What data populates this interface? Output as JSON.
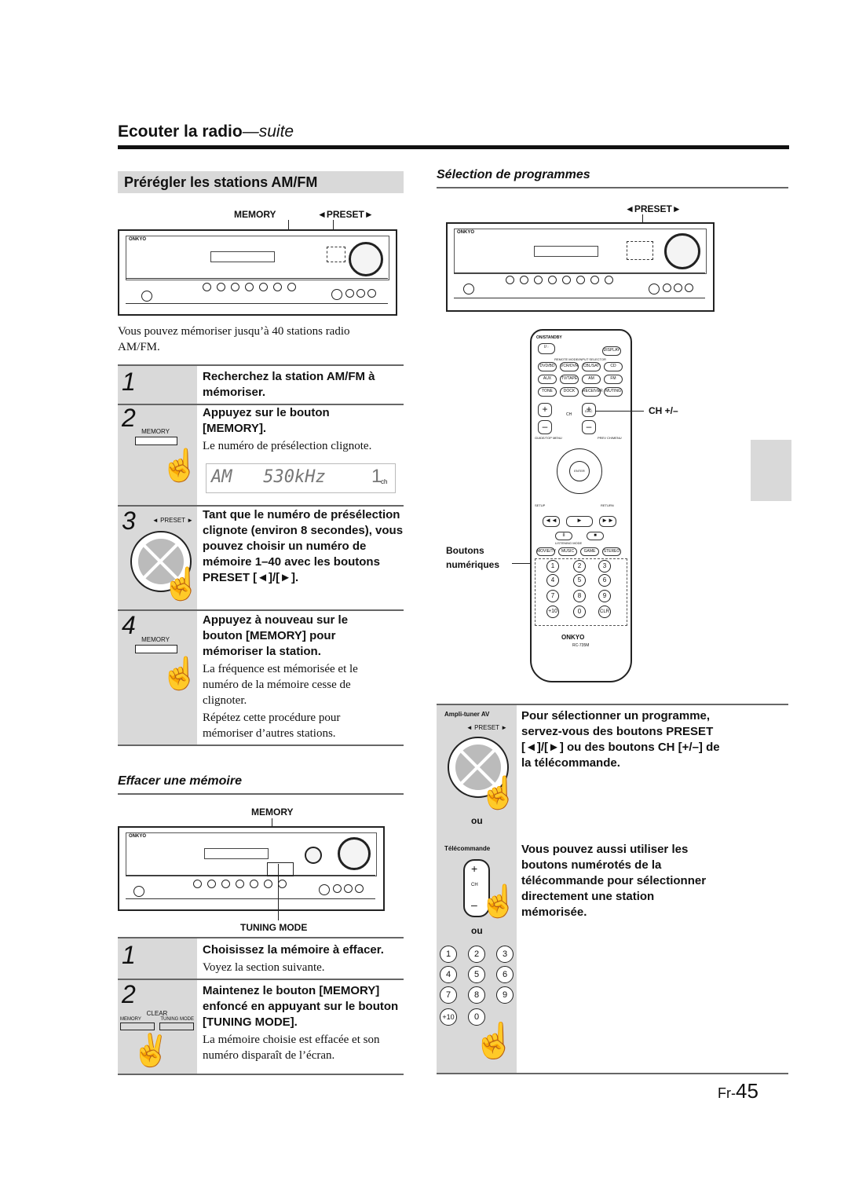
{
  "header": {
    "title_main": "Ecouter la radio",
    "title_suffix": "—suite"
  },
  "left": {
    "section_title": "Prérégler les stations AM/FM",
    "fig1": {
      "label_memory": "MEMORY",
      "label_preset": "◄PRESET►"
    },
    "intro": "Vous pouvez mémoriser jusqu’à 40 stations radio AM/FM.",
    "steps": [
      {
        "num": "1",
        "text": "Recherchez la station AM/FM à mémoriser."
      },
      {
        "num": "2",
        "text": "Appuyez sur le bouton [MEMORY].",
        "sub": "Le numéro de présélection clignote.",
        "icon_label": "MEMORY",
        "display": "AM   530kHz",
        "display_num": "1",
        "display_ch": "ch"
      },
      {
        "num": "3",
        "text": "Tant que le numéro de présélection clignote (environ 8 secondes), vous pouvez choisir un numéro de mémoire 1–40 avec les boutons PRESET [◄]/[►].",
        "icon_label": "◄ PRESET ►"
      },
      {
        "num": "4",
        "text": "Appuyez à nouveau sur le bouton [MEMORY] pour mémoriser la station.",
        "sub1": "La fréquence est mémorisée et le numéro de la mémoire cesse de clignoter.",
        "sub2": "Répétez cette procédure pour mémoriser d’autres stations.",
        "icon_label": "MEMORY"
      }
    ],
    "erase": {
      "title": "Effacer une mémoire",
      "label_memory": "MEMORY",
      "label_tuning": "TUNING MODE",
      "steps": [
        {
          "num": "1",
          "text": "Choisissez la mémoire à effacer.",
          "sub": "Voyez la section suivante."
        },
        {
          "num": "2",
          "text": "Maintenez le bouton [MEMORY] enfoncé en appuyant sur le bouton [TUNING MODE].",
          "sub": "La mémoire choisie est effacée et son numéro disparaît de l’écran.",
          "icon_clear": "CLEAR",
          "icon_memory": "MEMORY",
          "icon_tuning": "TUNING MODE"
        }
      ]
    }
  },
  "right": {
    "section_title": "Sélection de programmes",
    "label_preset": "◄PRESET►",
    "brand": "ONKYO",
    "remote": {
      "label_ch": "CH +/–",
      "label_buttons": "Boutons numériques",
      "model": "RC-735M",
      "brand": "ONKYO",
      "keys": [
        "1",
        "2",
        "3",
        "4",
        "5",
        "6",
        "7",
        "8",
        "9",
        "+10",
        "0",
        "CLR"
      ]
    },
    "box": {
      "amp_label": "Ampli-tuner AV",
      "preset_label": "◄ PRESET ►",
      "text1": "Pour sélectionner un programme, servez-vous des boutons PRESET [◄]/[►] ou des boutons CH [+/–] de la télécommande.",
      "ou1": "ou",
      "tele_label": "Télécommande",
      "ch_label": "CH",
      "text2": "Vous pouvez aussi utiliser les boutons numérotés de la télécommande pour sélectionner directement une station mémorisée.",
      "ou2": "ou",
      "keys": [
        "1",
        "2",
        "3",
        "4",
        "5",
        "6",
        "7",
        "8",
        "9",
        "+10",
        "0"
      ]
    }
  },
  "footer": {
    "page_prefix": "Fr-",
    "page_number": "45"
  }
}
